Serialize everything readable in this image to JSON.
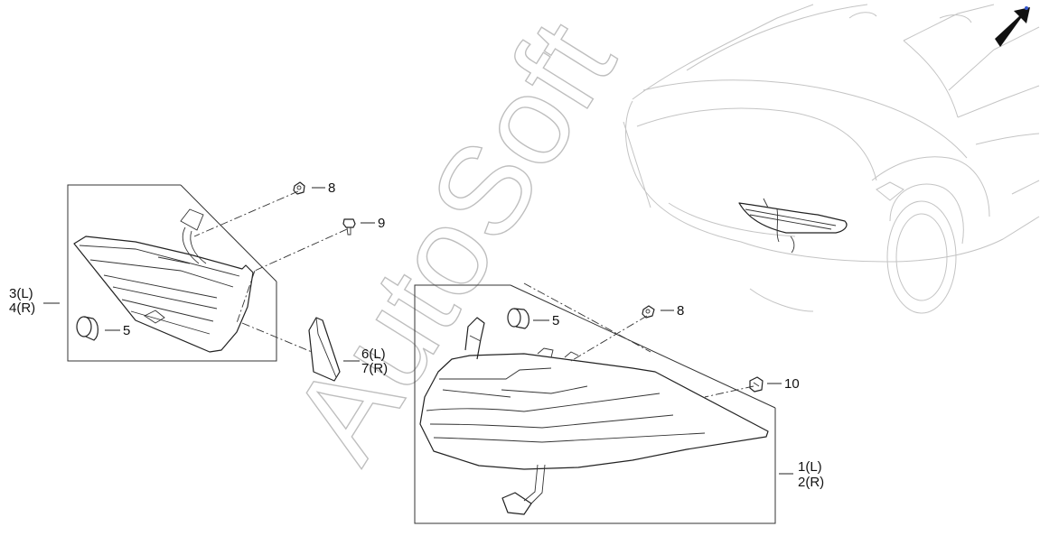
{
  "watermark": "AutoSoft",
  "callouts": {
    "c1": "1(L)",
    "c2": "2(R)",
    "c3": "3(L)",
    "c4": "4(R)",
    "c5a": "5",
    "c5b": "5",
    "c6": "6(L)",
    "c7": "7(R)",
    "c8a": "8",
    "c8b": "8",
    "c9": "9",
    "c10": "10"
  },
  "direction_arrow_icon": "front-direction-arrow-icon"
}
